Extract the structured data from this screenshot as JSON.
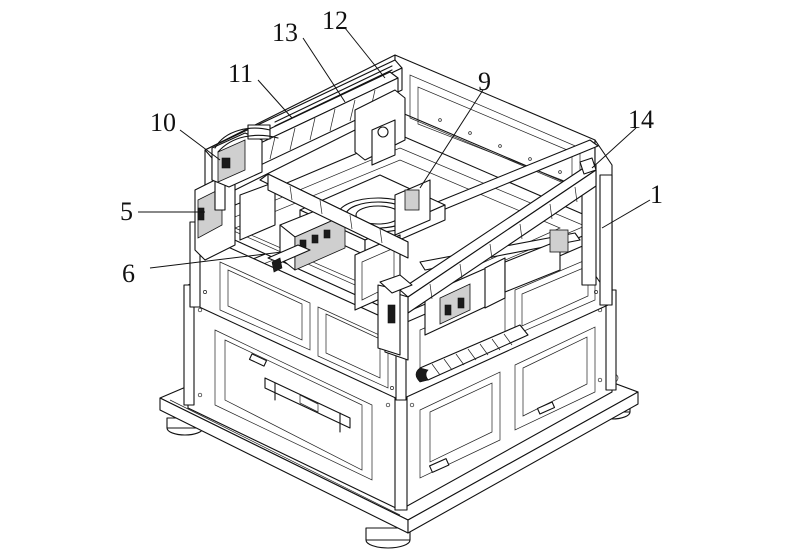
{
  "callouts": [
    {
      "id": "c12",
      "label": "12"
    },
    {
      "id": "c13",
      "label": "13"
    },
    {
      "id": "c11",
      "label": "11"
    },
    {
      "id": "c10",
      "label": "10"
    },
    {
      "id": "c9",
      "label": "9"
    },
    {
      "id": "c14",
      "label": "14"
    },
    {
      "id": "c1",
      "label": "1"
    },
    {
      "id": "c5",
      "label": "5"
    },
    {
      "id": "c6",
      "label": "6"
    }
  ]
}
